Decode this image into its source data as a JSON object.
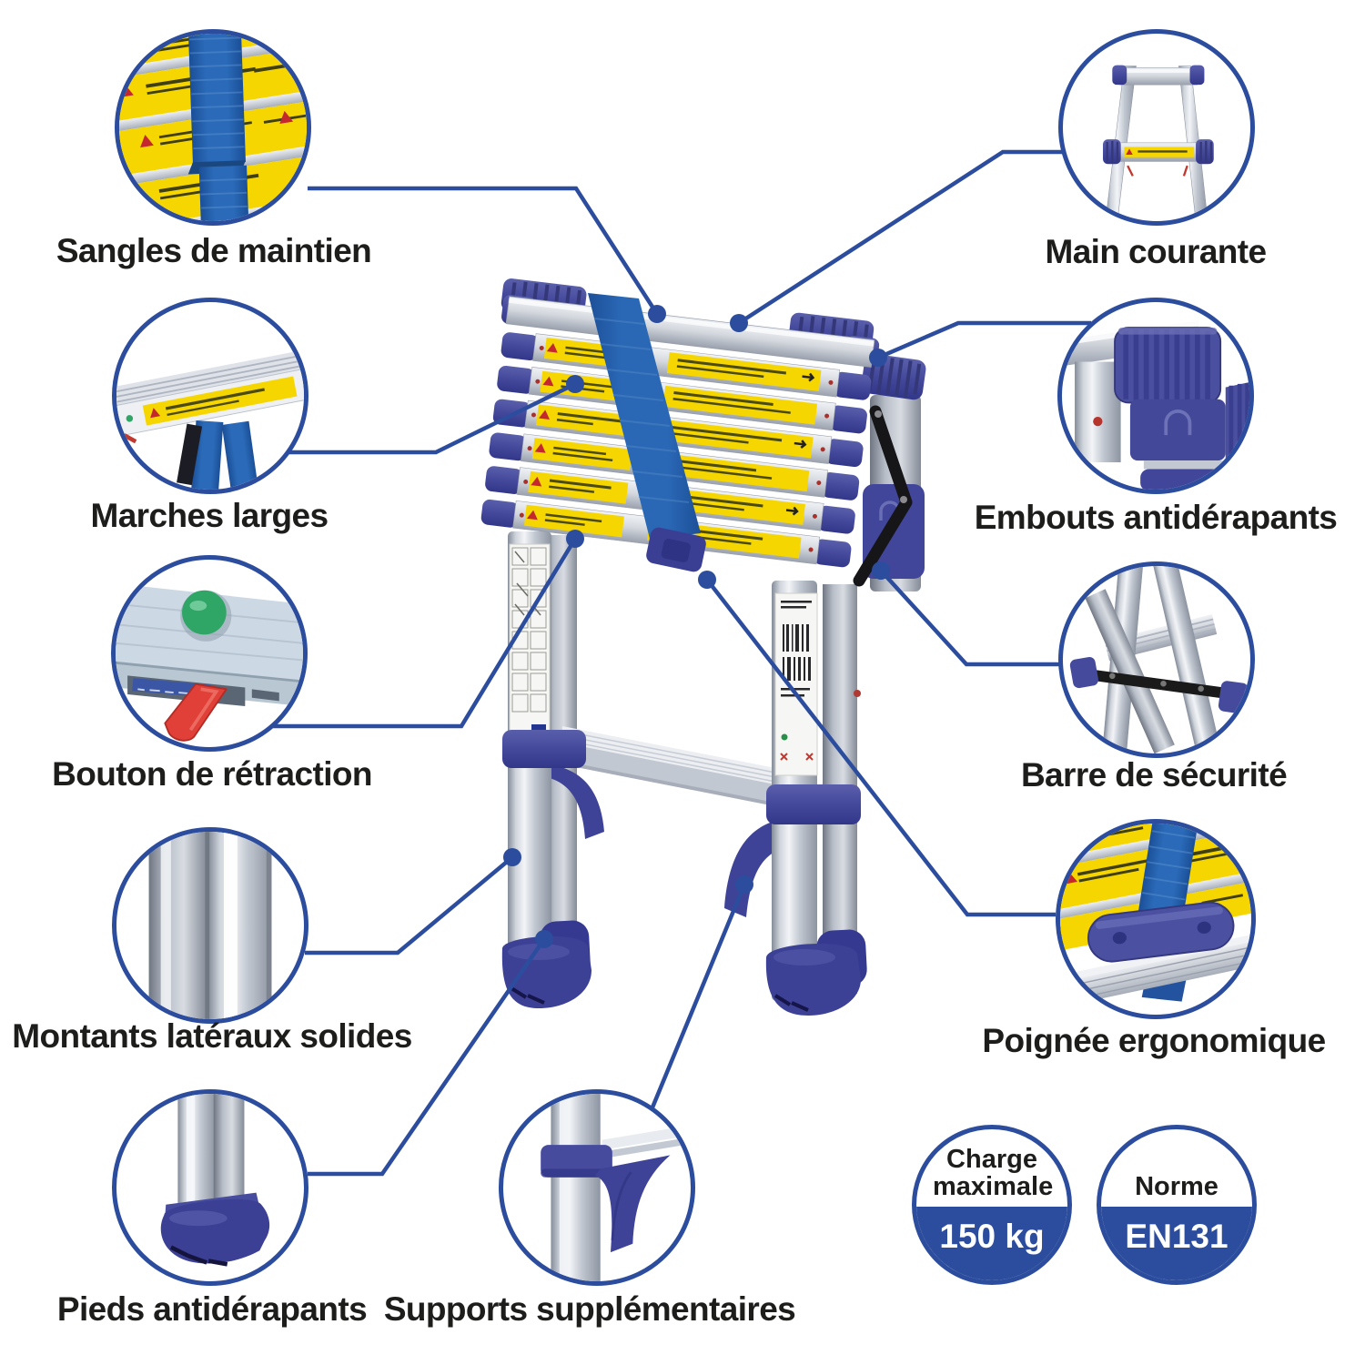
{
  "page": {
    "type": "product-feature-infographic",
    "product": "telescopic ladder"
  },
  "colors": {
    "accent_blue": "#2c4d9d",
    "plastic_indigo": "#474c9f",
    "strap_blue": "#2263b0",
    "label_yellow": "#f6d600",
    "warning_red": "#c4272e",
    "button_green": "#2fa566",
    "text_dark": "#1d1d1b"
  },
  "features": [
    {
      "id": "sangles",
      "label": "Sangles de maintien",
      "icon": "strap-detail-photo-icon"
    },
    {
      "id": "main-courante",
      "label": "Main courante",
      "icon": "ladder-top-photo-icon"
    },
    {
      "id": "marches",
      "label": "Marches larges",
      "icon": "wide-step-photo-icon"
    },
    {
      "id": "embouts",
      "label": "Embouts antidérapants",
      "icon": "non-slip-endcap-photo-icon"
    },
    {
      "id": "bouton",
      "label": "Bouton de rétraction",
      "icon": "retraction-button-photo-icon"
    },
    {
      "id": "barre",
      "label": "Barre de sécurité",
      "icon": "safety-bar-photo-icon"
    },
    {
      "id": "montants",
      "label": "Montants latéraux solides",
      "icon": "side-rails-photo-icon"
    },
    {
      "id": "poignee",
      "label": "Poignée ergonomique",
      "icon": "ergonomic-handle-photo-icon"
    },
    {
      "id": "pieds",
      "label": "Pieds antidérapants",
      "icon": "non-slip-feet-photo-icon"
    },
    {
      "id": "supports",
      "label": "Supports supplémentaires",
      "icon": "extra-supports-photo-icon"
    }
  ],
  "badges": [
    {
      "id": "charge",
      "title": "Charge maximale",
      "value": "150 kg"
    },
    {
      "id": "norme",
      "title": "Norme",
      "value": "EN131"
    }
  ]
}
